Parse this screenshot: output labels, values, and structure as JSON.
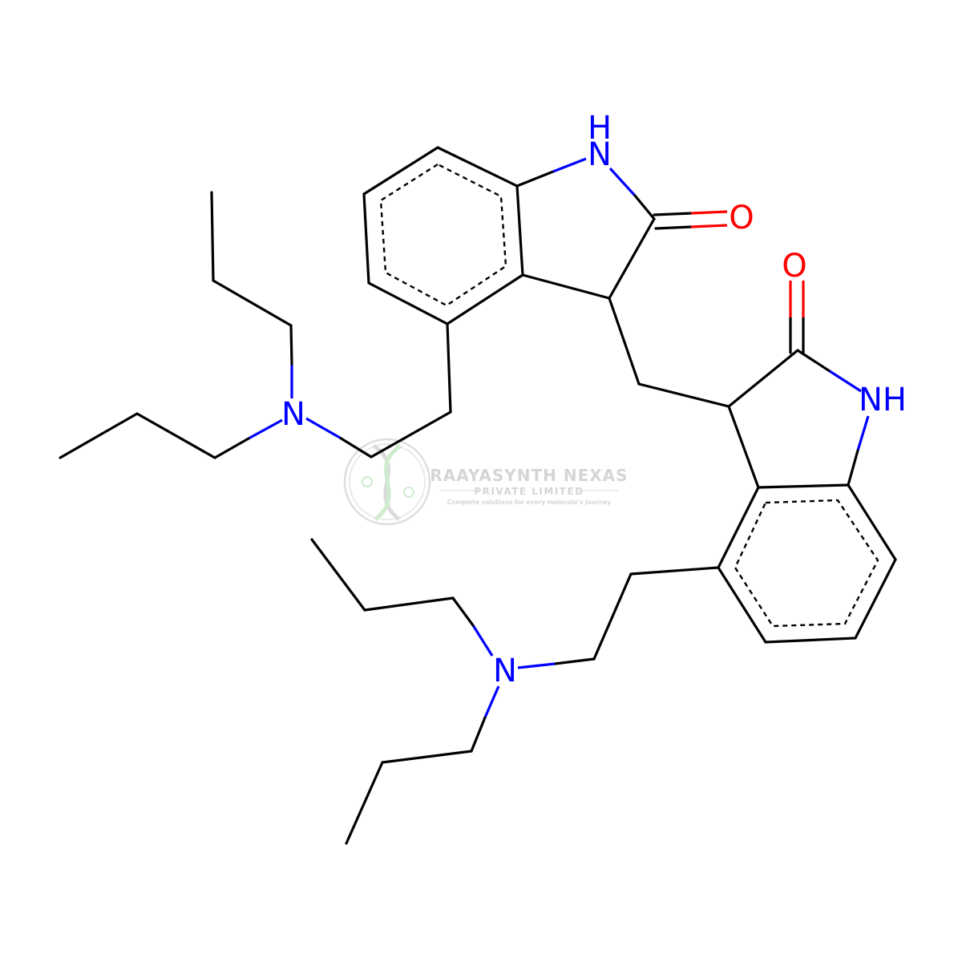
{
  "colors": {
    "bond": "#000000",
    "nitrogen": "#0000ff",
    "oxygen": "#ff0000",
    "watermark": "#c8c8c8",
    "watermark_accent": "#b9e3b9"
  },
  "atoms": {
    "nh_top": "NH",
    "nh_right": "NH",
    "o_top": "O",
    "o_right": "O",
    "n_left": "N",
    "n_bottom": "N",
    "h_top": "H",
    "n_top": "N"
  },
  "watermark": {
    "company": "RAAYASYNTH NEXAS",
    "subtitle": "PRIVATE LIMITED",
    "tagline": "Complete solutions for every molecule's journey",
    "logo_icon": "dna-helix-logo"
  }
}
